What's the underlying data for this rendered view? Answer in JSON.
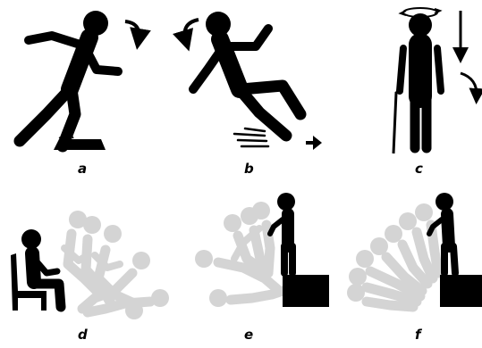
{
  "colors": {
    "figure": "#000000",
    "ghost": "#d4d4d4",
    "background": "#ffffff"
  },
  "panels": [
    {
      "label": "a",
      "scene": "trip-fall-forward",
      "icons": [
        "clockwise-arrow-icon",
        "obstacle-icon"
      ]
    },
    {
      "label": "b",
      "scene": "slip-fall-backward",
      "icons": [
        "counterclockwise-arrow-icon",
        "slide-lines-icon",
        "right-arrow-icon"
      ]
    },
    {
      "label": "c",
      "scene": "dizzy-collapse",
      "icons": [
        "dizzy-circle-icon",
        "down-arrow-icon",
        "curved-arrow-icon",
        "cane-icon"
      ]
    },
    {
      "label": "d",
      "scene": "fall-from-chair",
      "icons": [
        "chair-icon"
      ]
    },
    {
      "label": "e",
      "scene": "fall-from-height-backward",
      "icons": [
        "block-icon"
      ]
    },
    {
      "label": "f",
      "scene": "fall-from-height-forward",
      "icons": [
        "block-icon"
      ]
    }
  ]
}
